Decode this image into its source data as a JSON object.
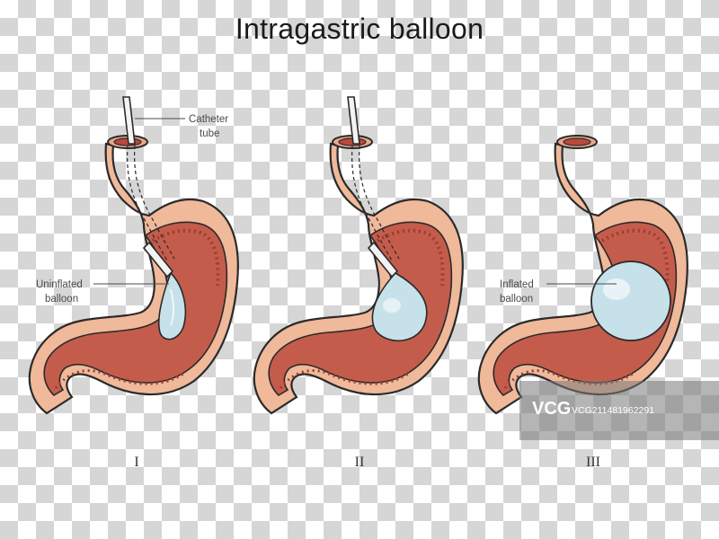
{
  "title": "Intragastric balloon",
  "labels": {
    "catheter_line1": "Catheter",
    "catheter_line2": "tube",
    "uninflated_line1": "Uninflated",
    "uninflated_line2": "balloon",
    "inflated_line1": "Inflated",
    "inflated_line2": "balloon"
  },
  "stages": [
    "I",
    "II",
    "III"
  ],
  "watermark": {
    "logo": "VCG",
    "id": "VCG211481962291"
  },
  "colors": {
    "wall": "#efb99a",
    "wall_inner": "#e8a78d",
    "lumen": "#c45c4c",
    "mucosa": "#b84a3d",
    "balloon": "#c7e1ea",
    "catheter": "#f3f3f3",
    "outline": "#2a2a2a"
  }
}
